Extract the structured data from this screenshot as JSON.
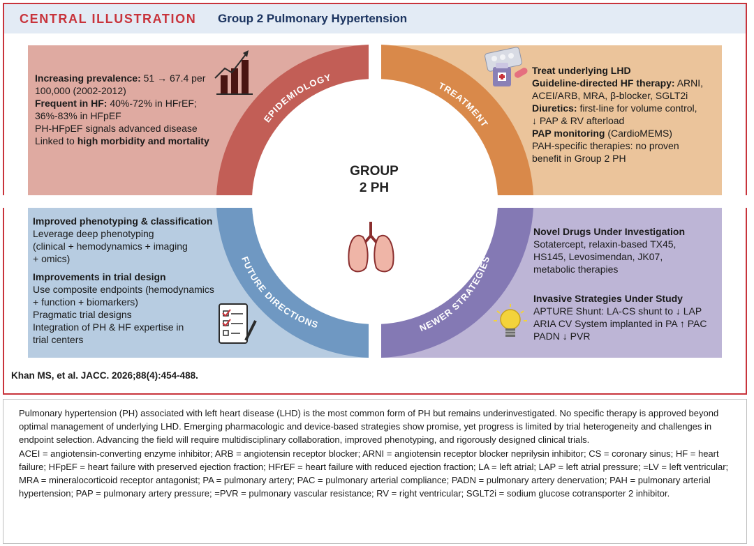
{
  "header": {
    "label": "CENTRAL ILLUSTRATION",
    "title": "Group 2 Pulmonary Hypertension"
  },
  "center": {
    "line1": "GROUP",
    "line2": "2 PH"
  },
  "colors": {
    "epidemiology_panel": "#dfaaa1",
    "epidemiology_band": "#c25e56",
    "treatment_panel": "#ebc49b",
    "treatment_band": "#d9894a",
    "future_panel": "#b7cce1",
    "future_band": "#6f98c2",
    "newer_panel": "#bdb5d6",
    "newer_band": "#8479b4",
    "accent": "#c8333b",
    "header_bg": "#e3ebf5"
  },
  "epidemiology": {
    "band_label": "EPIDEMIOLOGY",
    "icon": "bar-chart-trend-icon",
    "l1_bold": "Increasing prevalence:",
    "l1_rest": " 51 → 67.4 per",
    "l2": "100,000 (2002-2012)",
    "l3_bold": "Frequent in HF:",
    "l3_rest": " 40%-72% in HFrEF;",
    "l4": "36%-83% in HFpEF",
    "l5": "PH-HFpEF signals advanced disease",
    "l6_pre": "Linked to ",
    "l6_bold": "high morbidity and mortality"
  },
  "treatment": {
    "band_label": "TREATMENT",
    "icon": "pills-icon",
    "l1_bold": "Treat underlying LHD",
    "l2_bold": "Guideline-directed HF therapy:",
    "l2_rest": " ARNI,",
    "l3": "ACEI/ARB, MRA, β-blocker, SGLT2i",
    "l4_bold": "Diuretics:",
    "l4_rest": " first-line for volume control,",
    "l5": "↓ PAP & RV afterload",
    "l6_bold": "PAP monitoring",
    "l6_rest": " (CardioMEMS)",
    "l7": "PAH-specific therapies: no proven",
    "l8": "benefit in Group 2 PH"
  },
  "future": {
    "band_label": "FUTURE DIRECTIONS",
    "icon": "checklist-icon",
    "h1": "Improved phenotyping & classification",
    "l1": "Leverage deep phenotyping",
    "l2": "(clinical + hemodynamics + imaging",
    "l3": "+ omics)",
    "h2": "Improvements in trial design",
    "l4": "Use composite endpoints (hemodynamics",
    "l5": "+ function + biomarkers)",
    "l6": "Pragmatic trial designs",
    "l7": "Integration of PH & HF expertise in",
    "l8": "trial centers"
  },
  "newer": {
    "band_label": "NEWER STRATEGIES",
    "icon": "lightbulb-icon",
    "h1": "Novel Drugs Under Investigation",
    "l1": "Sotatercept, relaxin-based TX45,",
    "l2": "HS145, Levosimendan, JK07,",
    "l3": "metabolic therapies",
    "h2": "Invasive Strategies Under Study",
    "l4": "APTURE Shunt: LA-CS shunt to ↓ LAP",
    "l5": "ARIA CV System implanted in PA ↑ PAC",
    "l6": "PADN ↓ PVR"
  },
  "center_icon": "lungs-icon",
  "citation": "Khan MS, et al. JACC. 2026;88(4):454-488.",
  "caption": {
    "text": "Pulmonary hypertension (PH) associated with left heart disease (LHD) is the most common form of PH but remains underinvestigated. No specific therapy is approved beyond optimal management of underlying LHD. Emerging pharmacologic and device-based strategies show promise, yet progress is limited by trial heterogeneity and challenges in endpoint selection. Advancing the field will require multidisciplinary collaboration, improved phenotyping, and rigorously designed clinical trials.",
    "abbrev": "ACEI = angiotensin-converting enzyme inhibitor; ARB = angiotensin receptor blocker; ARNI = angiotensin receptor blocker neprilysin inhibitor; CS = coronary sinus; HF = heart failure; HFpEF = heart failure with preserved ejection fraction; HFrEF = heart failure with reduced ejection fraction; LA = left atrial; LAP = left atrial pressure; =LV = left ventricular; MRA = mineralocorticoid receptor antagonist; PA = pulmonary artery; PAC = pulmonary arterial compliance; PADN = pulmonary artery denervation; PAH = pulmonary arterial hypertension; PAP = pulmonary artery pressure; =PVR = pulmonary vascular resistance; RV = right ventricular; SGLT2i = sodium glucose cotransporter 2 inhibitor."
  }
}
